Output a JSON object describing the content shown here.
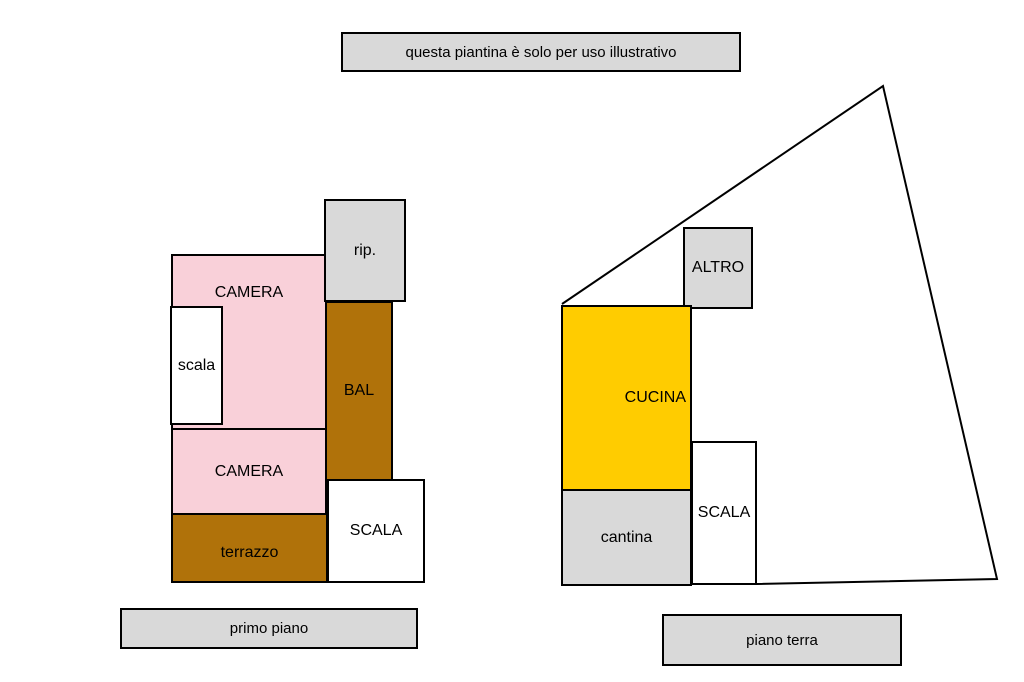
{
  "notice": "questa piantina è solo per uso illustrativo",
  "first_floor": {
    "label": "primo piano",
    "rooms": {
      "rip": "rip.",
      "camera_top": "CAMERA",
      "scala_small": "scala",
      "bal": "BAL",
      "camera_bottom": "CAMERA",
      "terrazzo": "terrazzo",
      "scala": "SCALA"
    }
  },
  "ground_floor": {
    "label": "piano terra",
    "rooms": {
      "altro": "ALTRO",
      "cucina": "CUCINA",
      "cantina": "cantina",
      "scala": "SCALA"
    }
  },
  "colors": {
    "label_gray": "#d9d9d9",
    "camera_pink": "#f9d0d9",
    "balcony_brown": "#b0720a",
    "kitchen_yellow": "#ffcc00"
  }
}
